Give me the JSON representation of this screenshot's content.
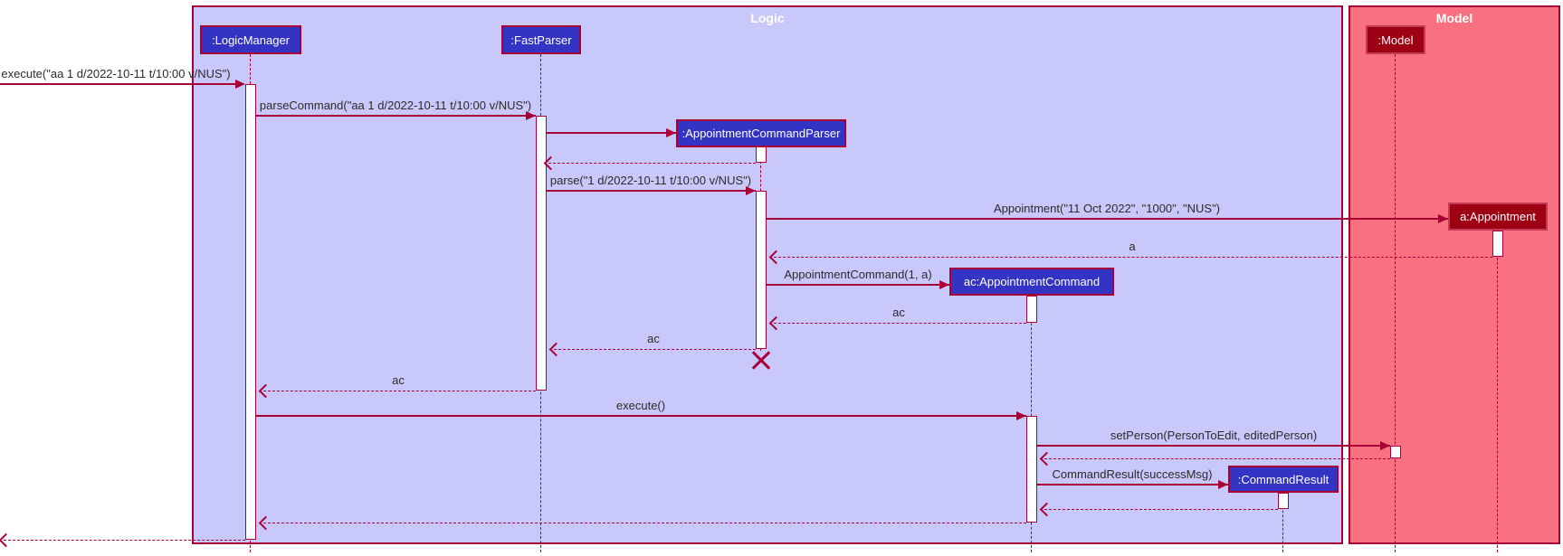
{
  "frames": {
    "logic": {
      "title": "Logic",
      "bg": "#C8C8FA"
    },
    "model": {
      "title": "Model",
      "bg": "#F97181"
    }
  },
  "participants": {
    "logic_manager": {
      "label": ":LogicManager",
      "color": "#3333C4"
    },
    "fast_parser": {
      "label": ":FastParser",
      "color": "#3333C4"
    },
    "appointment_command_parser": {
      "label": ":AppointmentCommandParser",
      "color": "#3333C4"
    },
    "ac_appointment_command": {
      "label": "ac:AppointmentCommand",
      "color": "#3333C4"
    },
    "command_result": {
      "label": ":CommandResult",
      "color": "#3333C4"
    },
    "model": {
      "label": ":Model",
      "color": "#9D0012"
    },
    "a_appointment": {
      "label": "a:Appointment",
      "color": "#9D0012"
    }
  },
  "messages": [
    {
      "label": "execute(\"aa 1 d/2022-10-11 t/10:00 v/NUS\")",
      "kind": "sync",
      "from": "external",
      "to": "logic_manager"
    },
    {
      "label": "parseCommand(\"aa 1 d/2022-10-11 t/10:00 v/NUS\")",
      "kind": "sync",
      "from": "logic_manager",
      "to": "fast_parser"
    },
    {
      "label": "",
      "kind": "create",
      "from": "fast_parser",
      "to": "appointment_command_parser"
    },
    {
      "label": "",
      "kind": "return",
      "from": "appointment_command_parser",
      "to": "fast_parser"
    },
    {
      "label": "parse(\"1 d/2022-10-11 t/10:00 v/NUS\")",
      "kind": "sync",
      "from": "fast_parser",
      "to": "appointment_command_parser"
    },
    {
      "label": "Appointment(\"11 Oct 2022\", \"1000\", \"NUS\")",
      "kind": "create",
      "from": "appointment_command_parser",
      "to": "a_appointment"
    },
    {
      "label": "a",
      "kind": "return",
      "from": "a_appointment",
      "to": "appointment_command_parser"
    },
    {
      "label": "AppointmentCommand(1, a)",
      "kind": "create",
      "from": "appointment_command_parser",
      "to": "ac_appointment_command"
    },
    {
      "label": "ac",
      "kind": "return",
      "from": "ac_appointment_command",
      "to": "appointment_command_parser"
    },
    {
      "label": "ac",
      "kind": "return",
      "from": "appointment_command_parser",
      "to": "fast_parser"
    },
    {
      "label": "ac",
      "kind": "return",
      "from": "fast_parser",
      "to": "logic_manager"
    },
    {
      "label": "execute()",
      "kind": "sync",
      "from": "logic_manager",
      "to": "ac_appointment_command"
    },
    {
      "label": "setPerson(PersonToEdit, editedPerson)",
      "kind": "sync",
      "from": "ac_appointment_command",
      "to": "model"
    },
    {
      "label": "",
      "kind": "return",
      "from": "model",
      "to": "ac_appointment_command"
    },
    {
      "label": "CommandResult(successMsg)",
      "kind": "create",
      "from": "ac_appointment_command",
      "to": "command_result"
    },
    {
      "label": "",
      "kind": "return",
      "from": "command_result",
      "to": "ac_appointment_command"
    },
    {
      "label": "",
      "kind": "return",
      "from": "ac_appointment_command",
      "to": "logic_manager"
    },
    {
      "label": "",
      "kind": "return",
      "from": "logic_manager",
      "to": "external"
    }
  ],
  "destroyed_participant": "appointment_command_parser",
  "colors": {
    "line": "#A80036",
    "logic_frame_bg": "#C8C8FA",
    "model_frame_bg": "#F97181",
    "logic_participant_bg": "#3333C4",
    "model_participant_bg": "#9D0012",
    "activation_bg": "#FFFFFF",
    "message_text": "#2B2B2B"
  }
}
